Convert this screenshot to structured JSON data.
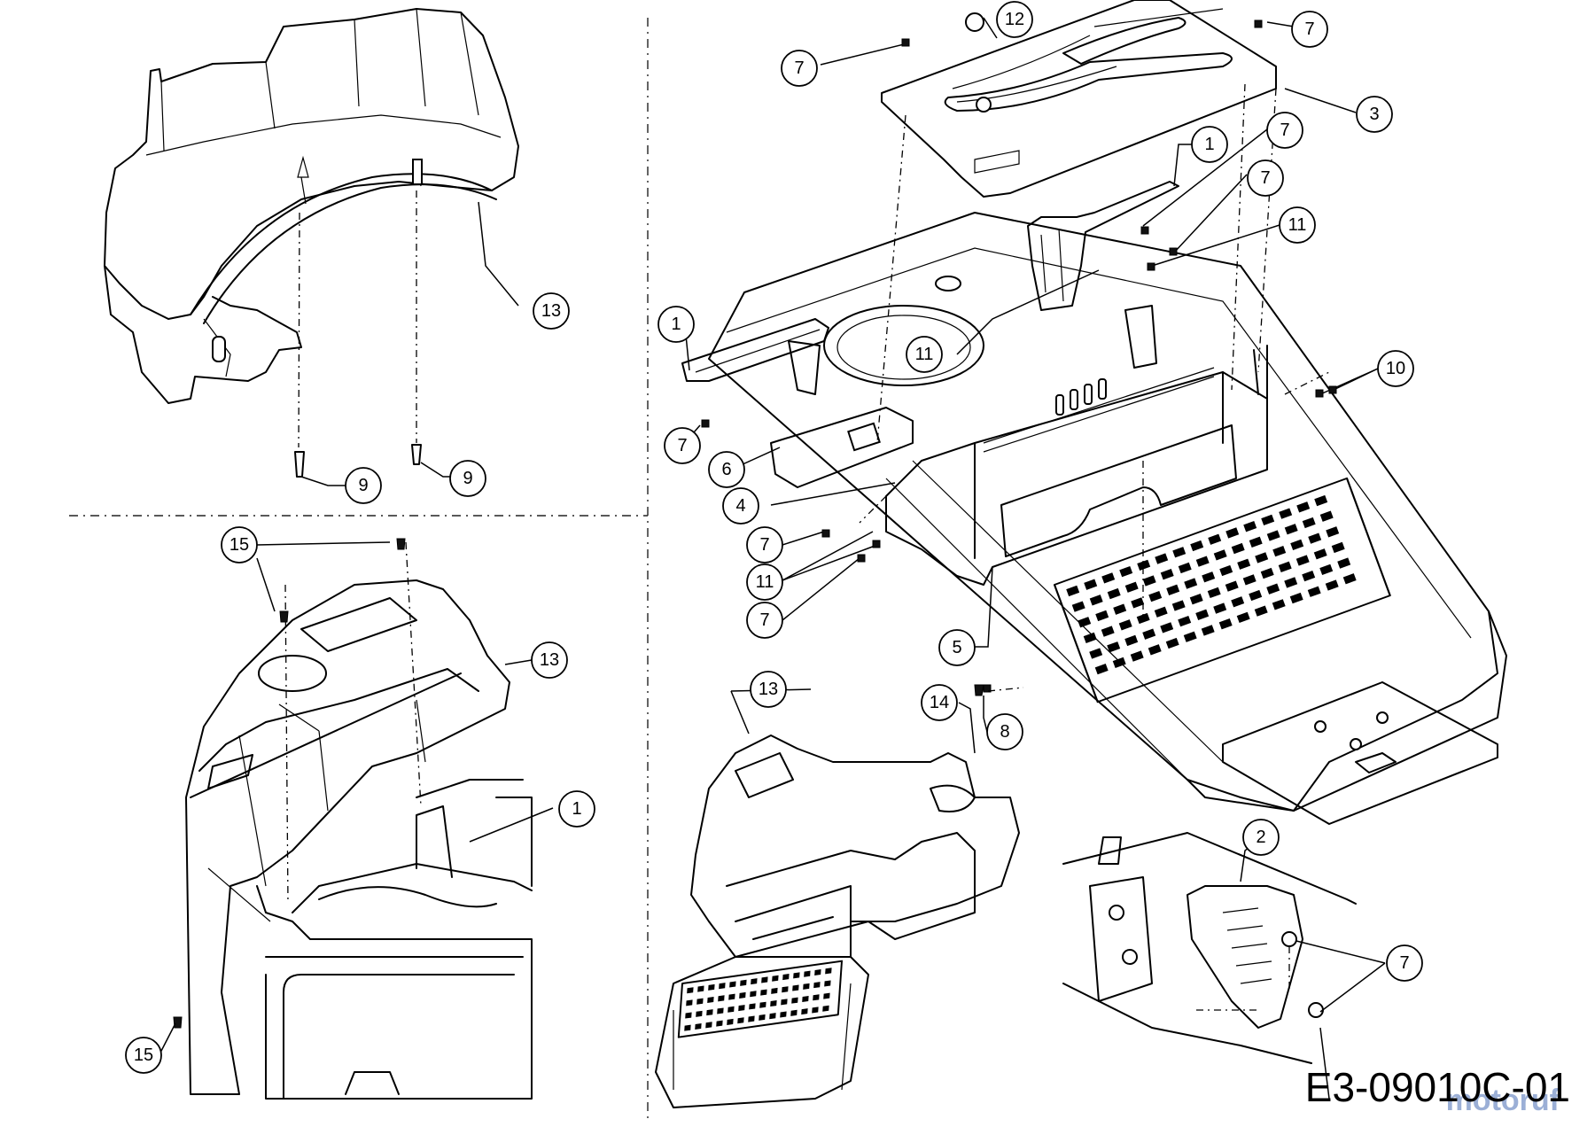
{
  "drawing_code": "E3-09010C-01",
  "watermark": "motoruf",
  "callouts": {
    "c12": "12",
    "c7a": "7",
    "c7b": "7",
    "c3": "3",
    "c1a": "1",
    "c7c": "7",
    "c7d": "7",
    "c11a": "11",
    "c1b": "1",
    "c11b": "11",
    "c10": "10",
    "c7e": "7",
    "c6": "6",
    "c4": "4",
    "c7f": "7",
    "c11c": "11",
    "c7g": "7",
    "c5": "5",
    "c13a": "13",
    "c9a": "9",
    "c9b": "9",
    "c15a": "15",
    "c13b": "13",
    "c1c": "1",
    "c15b": "15",
    "c13c": "13",
    "c14": "14",
    "c8": "8",
    "c2": "2",
    "c7h": "7"
  }
}
